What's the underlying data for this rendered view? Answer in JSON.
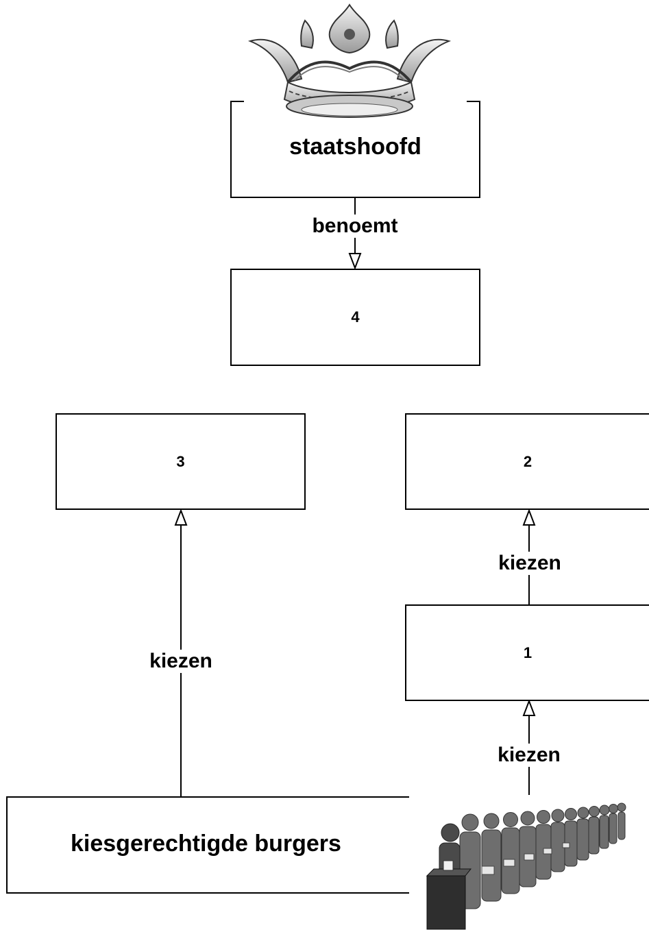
{
  "nodes": {
    "head_of_state": {
      "label": "staatshoofd"
    },
    "box4": {
      "label": "4"
    },
    "box3": {
      "label": "3"
    },
    "box2": {
      "label": "2"
    },
    "box1": {
      "label": "1"
    },
    "citizens": {
      "label": "kiesgerechtigde burgers"
    }
  },
  "edges": {
    "appoints": {
      "label": "benoemt"
    },
    "elect_left": {
      "label": "kiezen"
    },
    "elect_top_right": {
      "label": "kiezen"
    },
    "elect_bottom_right": {
      "label": "kiezen"
    }
  },
  "icons": {
    "crown": "crown-icon",
    "voters": "voters-queue-icon"
  }
}
